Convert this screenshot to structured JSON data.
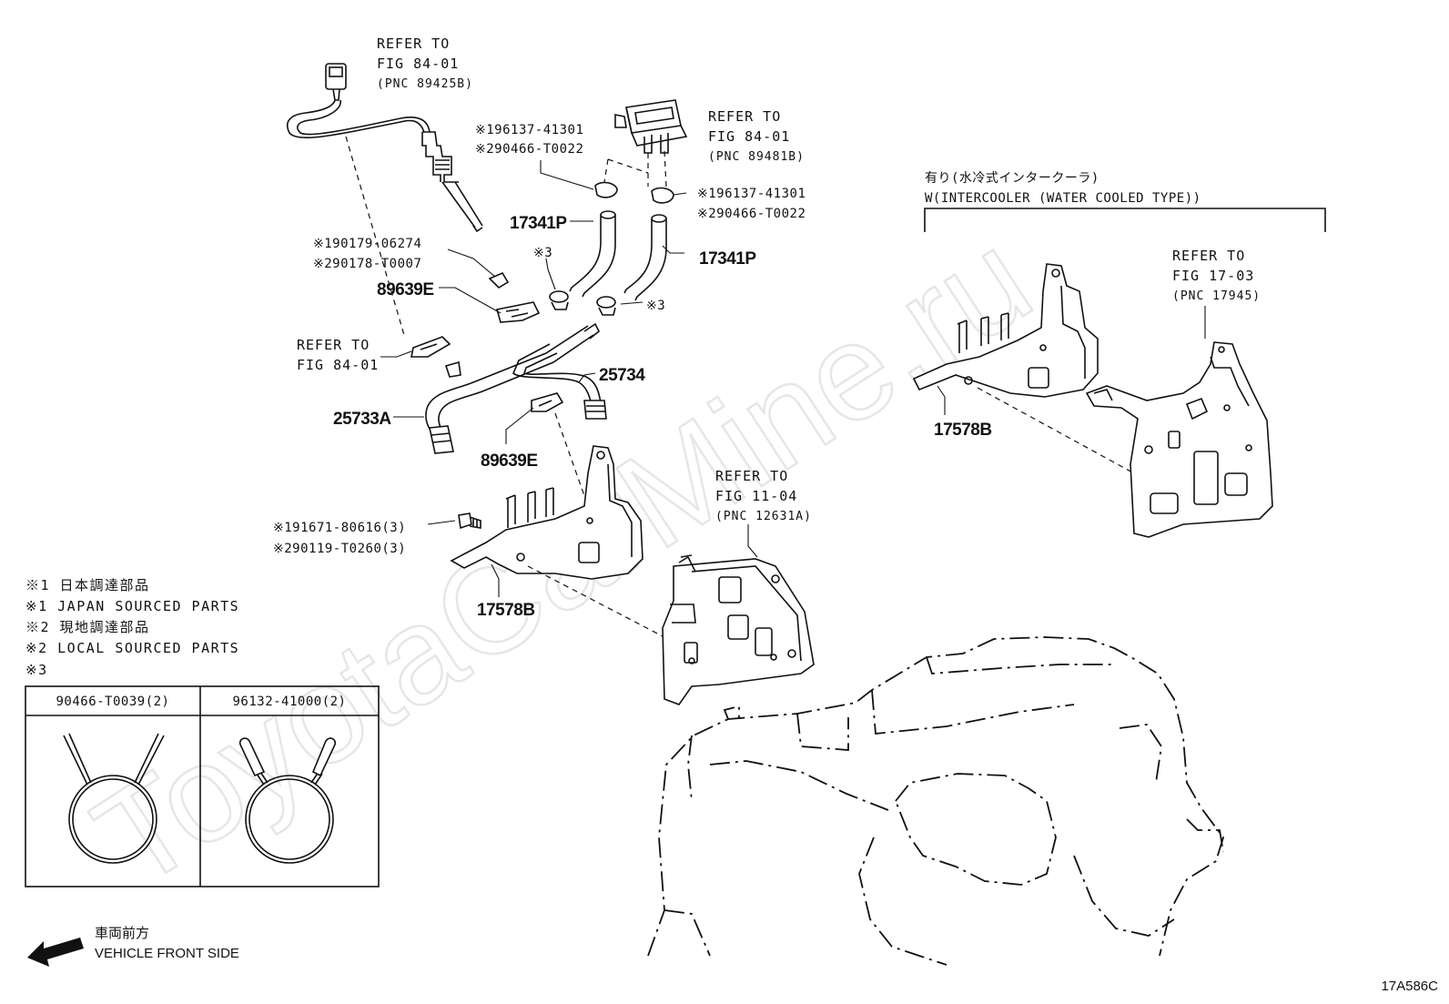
{
  "watermark": "ToyotaCarMine.ru",
  "figure_id": "17A586C",
  "refs": {
    "fig8401_a": {
      "l1": "REFER TO",
      "l2": "FIG 84-01",
      "l3": "(PNC 89425B)"
    },
    "fig8401_b": {
      "l1": "REFER TO",
      "l2": "FIG 84-01",
      "l3": "(PNC 89481B)"
    },
    "fig8401_c": {
      "l1": "REFER TO",
      "l2": "FIG 84-01"
    },
    "fig1104": {
      "l1": "REFER TO",
      "l2": "FIG 11-04",
      "l3": "(PNC 12631A)"
    },
    "fig1703": {
      "l1": "REFER TO",
      "l2": "FIG 17-03",
      "l3": "(PNC 17945)"
    }
  },
  "parts": {
    "p17341p_left": "17341P",
    "p17341p_right": "17341P",
    "p89639e_top": "89639E",
    "p89639e_bottom": "89639E",
    "p25733a": "25733A",
    "p25734": "25734",
    "p17578b_left": "17578B",
    "p17578b_right": "17578B"
  },
  "codes": {
    "sensor_left_1": "※196137-41301",
    "sensor_left_2": "※290466-T0022",
    "sensor_right_1": "※196137-41301",
    "sensor_right_2": "※290466-T0022",
    "clip_1": "※190179-06274",
    "clip_2": "※290178-T0007",
    "clamp_left": "※3",
    "clamp_right": "※3",
    "bolt_1": "※191671-80616(3)",
    "bolt_2": "※290119-T0260(3)"
  },
  "intercooler": {
    "jp": "有り(水冷式インタークーラ)",
    "en": "W(INTERCOOLER (WATER COOLED TYPE))"
  },
  "notes": {
    "n1_jp": "※1 日本調達部品",
    "n1_en": "※1 JAPAN SOURCED PARTS",
    "n2_jp": "※2 現地調達部品",
    "n2_en": "※2 LOCAL SOURCED PARTS",
    "n3": "※3"
  },
  "clamp_table": {
    "col1": "90466-T0039(2)",
    "col2": "96132-41000(2)"
  },
  "direction": {
    "jp": "車両前方",
    "en": "VEHICLE FRONT SIDE"
  }
}
